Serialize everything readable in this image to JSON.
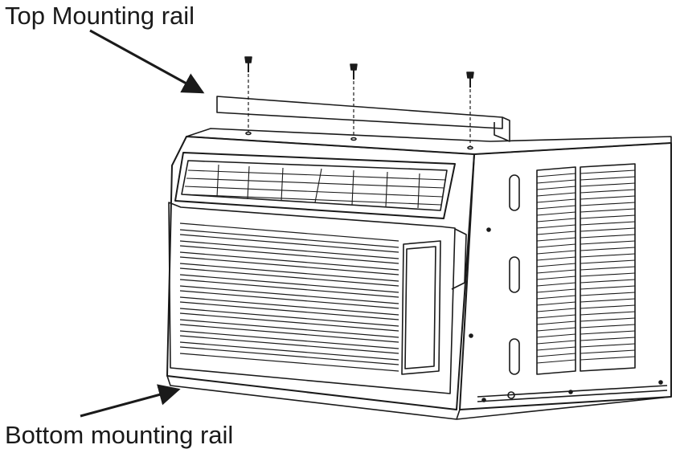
{
  "labels": {
    "top_rail": "Top Mounting rail",
    "bottom_rail": "Bottom mounting rail"
  },
  "colors": {
    "line": "#1a1a1a",
    "background": "#ffffff"
  },
  "icons": [
    "screw-icon",
    "leader-arrow",
    "air-conditioner-illustration"
  ]
}
